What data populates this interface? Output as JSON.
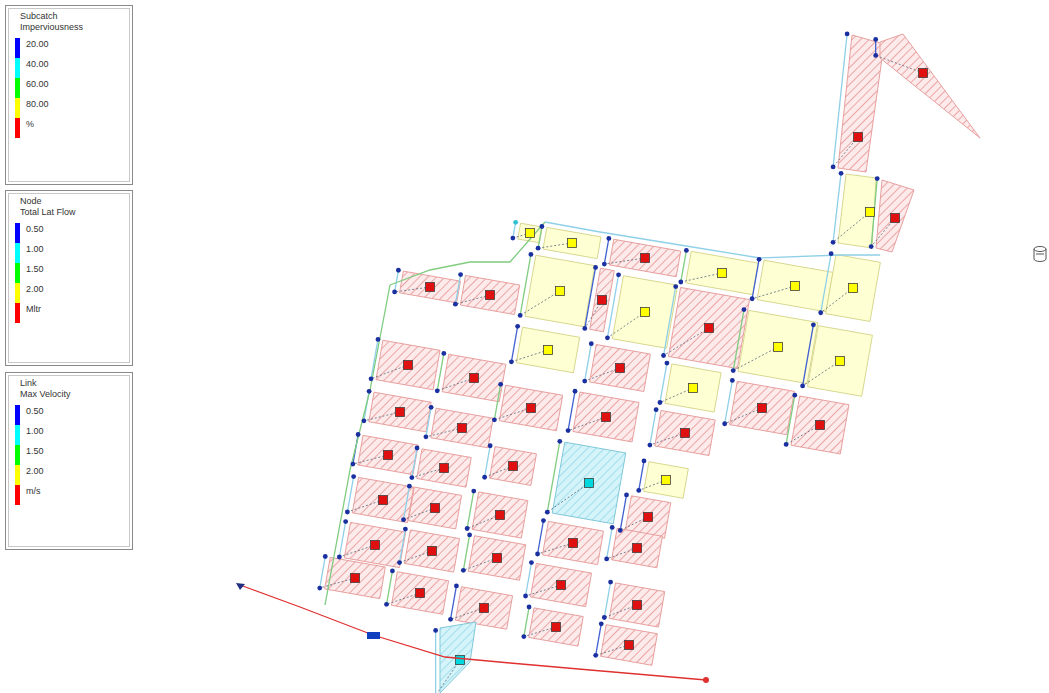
{
  "diagram": {
    "nodes": [
      {
        "text": [
          "Subcatch",
          "Imperviousness"
        ]
      },
      {
        "text": [
          "Node",
          "Total Lat Flow"
        ]
      },
      {
        "text": [
          "Link",
          "Max Velocity"
        ]
      }
    ],
    "legend": [
      {
        "text": "20.00",
        "color": "#0000ff"
      },
      {
        "text": "40.00",
        "color": "#00ffff"
      },
      {
        "text": "60.00",
        "color": "#00ff00"
      },
      {
        "text": "80.00",
        "color": "#ffff00"
      },
      {
        "text": "%",
        "color": "#ff0000"
      },
      {
        "text": "0.50",
        "color": "#0000ff"
      },
      {
        "text": "1.00",
        "color": "#00ffff"
      },
      {
        "text": "1.50",
        "color": "#00ff00"
      },
      {
        "text": "2.00",
        "color": "#ffff00"
      },
      {
        "text": "Mltr",
        "color": "#ff0000"
      },
      {
        "text": "0.50",
        "color": "#0000ff"
      },
      {
        "text": "1.00",
        "color": "#00ffff"
      },
      {
        "text": "1.50",
        "color": "#00ff00"
      },
      {
        "text": "2.00",
        "color": "#ffff00"
      },
      {
        "text": "m/s",
        "color": "#ff0000"
      }
    ]
  }
}
